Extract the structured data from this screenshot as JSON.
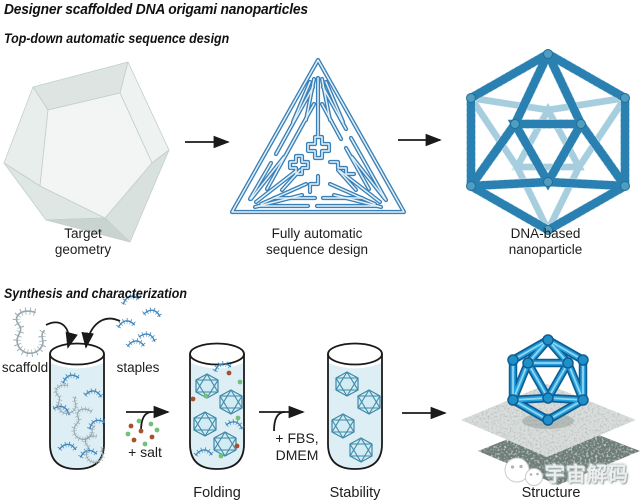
{
  "figure": {
    "title": "Designer scaffolded DNA origami nanoparticles"
  },
  "design_section": {
    "header": "Top-down automatic sequence design",
    "target_label": "Target\ngeometry",
    "sequence_label": "Fully automatic\nsequence design",
    "nanoparticle_label": "DNA-based\nnanoparticle"
  },
  "synthesis_section": {
    "header": "Synthesis and characterization",
    "scaffold_label": "scaffold",
    "staples_label": "staples",
    "salt_label": "+ salt",
    "fbs_label": "+ FBS,\nDMEM",
    "folding_label": "Folding",
    "stability_label": "Stability",
    "structure_label": "Structure"
  },
  "watermark": {
    "text": "宇宙解码",
    "logo_icon": "wechat-bubbles-icon"
  },
  "colors": {
    "design_blue": "#3a80b6",
    "helix_blue": "#2a80b0",
    "render_blue": "#25a0dc",
    "liquid_blue": "#ddeef4",
    "scaffold_gray": "#97a8ae",
    "staple_blue": "#3f87bd",
    "salt_red": "#a8502c",
    "salt_green": "#74bf7c",
    "background": "#ffffff"
  }
}
